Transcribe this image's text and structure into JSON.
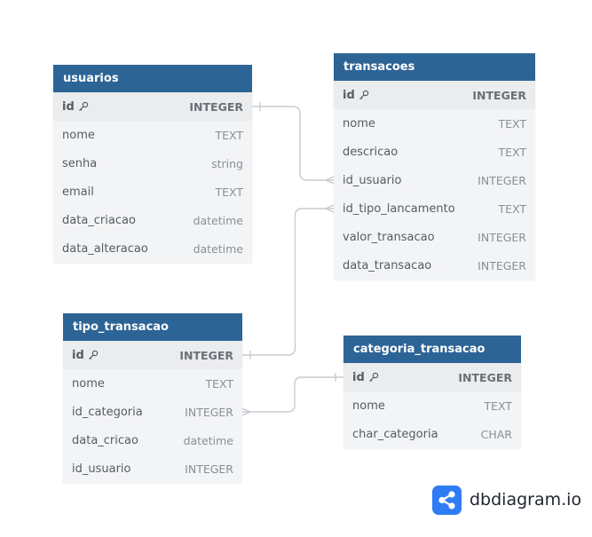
{
  "colors": {
    "header": "#2d6496",
    "connector": "#c9ccd1",
    "brand": "#2e7cf6"
  },
  "tables": [
    {
      "name": "usuarios",
      "columns": [
        {
          "name": "id",
          "type": "INTEGER",
          "pk": true
        },
        {
          "name": "nome",
          "type": "TEXT"
        },
        {
          "name": "senha",
          "type": "string"
        },
        {
          "name": "email",
          "type": "TEXT"
        },
        {
          "name": "data_criacao",
          "type": "datetime"
        },
        {
          "name": "data_alteracao",
          "type": "datetime"
        }
      ]
    },
    {
      "name": "transacoes",
      "columns": [
        {
          "name": "id",
          "type": "INTEGER",
          "pk": true
        },
        {
          "name": "nome",
          "type": "TEXT"
        },
        {
          "name": "descricao",
          "type": "TEXT"
        },
        {
          "name": "id_usuario",
          "type": "INTEGER"
        },
        {
          "name": "id_tipo_lancamento",
          "type": "TEXT"
        },
        {
          "name": "valor_transacao",
          "type": "INTEGER"
        },
        {
          "name": "data_transacao",
          "type": "INTEGER"
        }
      ]
    },
    {
      "name": "tipo_transacao",
      "columns": [
        {
          "name": "id",
          "type": "INTEGER",
          "pk": true
        },
        {
          "name": "nome",
          "type": "TEXT"
        },
        {
          "name": "id_categoria",
          "type": "INTEGER"
        },
        {
          "name": "data_cricao",
          "type": "datetime"
        },
        {
          "name": "id_usuario",
          "type": "INTEGER"
        }
      ]
    },
    {
      "name": "categoria_transacao",
      "columns": [
        {
          "name": "id",
          "type": "INTEGER",
          "pk": true
        },
        {
          "name": "nome",
          "type": "TEXT"
        },
        {
          "name": "char_categoria",
          "type": "CHAR"
        }
      ]
    }
  ],
  "relationships": [
    {
      "from": "usuarios.id",
      "to": "transacoes.id_usuario",
      "cardinality": "one-to-many"
    },
    {
      "from": "tipo_transacao.id",
      "to": "transacoes.id_tipo_lancamento",
      "cardinality": "one-to-many"
    },
    {
      "from": "categoria_transacao.id",
      "to": "tipo_transacao.id_categoria",
      "cardinality": "one-to-many"
    }
  ],
  "brand": {
    "text": "dbdiagram.io",
    "icon": "share-nodes-icon"
  }
}
